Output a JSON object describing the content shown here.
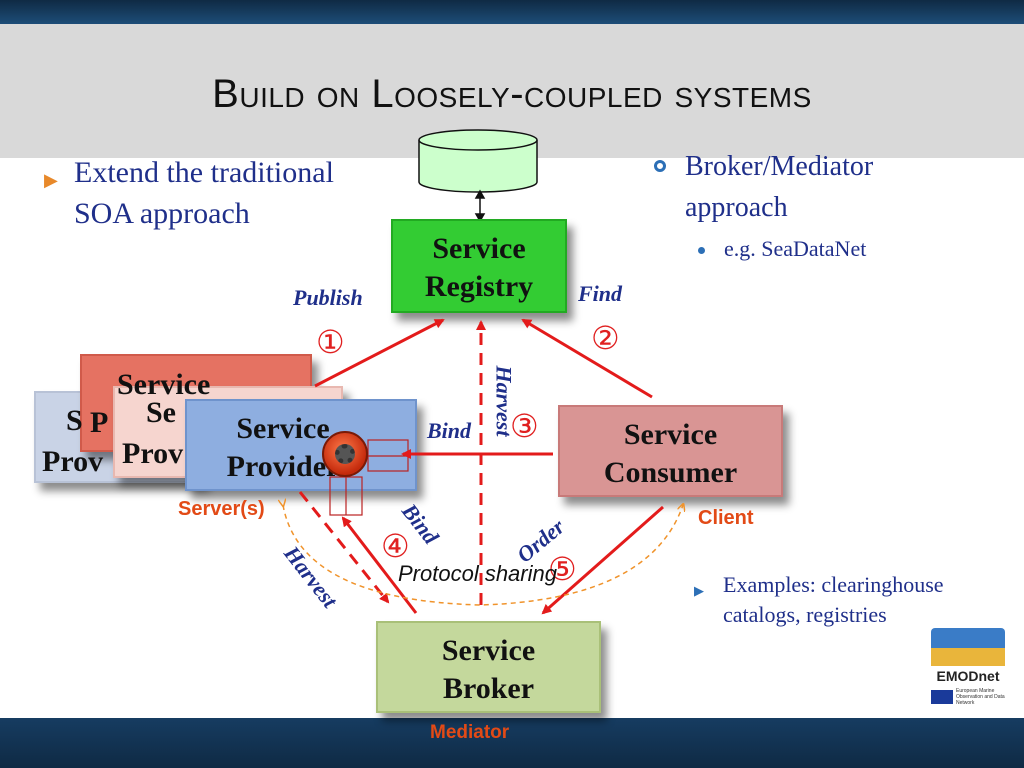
{
  "title": "Build on Loosely-coupled systems",
  "left_bullet": "Extend the traditional SOA approach",
  "right_bullet": "Broker/Mediator approach",
  "right_sub": "e.g. SeaDataNet",
  "examples": "Examples: clearinghouse catalogs, registries",
  "diagram": {
    "registry": [
      "Service",
      "Registry"
    ],
    "provider": [
      "Service",
      "Provider"
    ],
    "consumer": [
      "Service",
      "Consumer"
    ],
    "broker": [
      "Service",
      "Broker"
    ],
    "ghost_s": "S",
    "ghost_prov": "Prov",
    "ghost_service": "Service",
    "ghost_p": "P",
    "ghost_se": "Se",
    "ghost_prov2": "Prov",
    "publish": "Publish",
    "find": "Find",
    "bind": "Bind",
    "bind2": "Bind",
    "harvest": "Harvest",
    "harvest2": "Harvest",
    "order": "Order",
    "n1": "①",
    "n2": "②",
    "n3": "③",
    "n4": "④",
    "n5": "⑤",
    "server": "Server(s)",
    "client": "Client",
    "mediator": "Mediator",
    "protocol": "Protocol sharing"
  },
  "logo": {
    "name": "EMODnet",
    "tagline": "European Marine Observation and Data Network"
  },
  "colors": {
    "arrow": "#e31b1b",
    "protocol_arc": "#f0932b",
    "text_blue": "#1f2f8a",
    "label_orange": "#e24a16"
  },
  "icons": [
    "gear-icon",
    "database-icon",
    "eu-flag-icon"
  ]
}
